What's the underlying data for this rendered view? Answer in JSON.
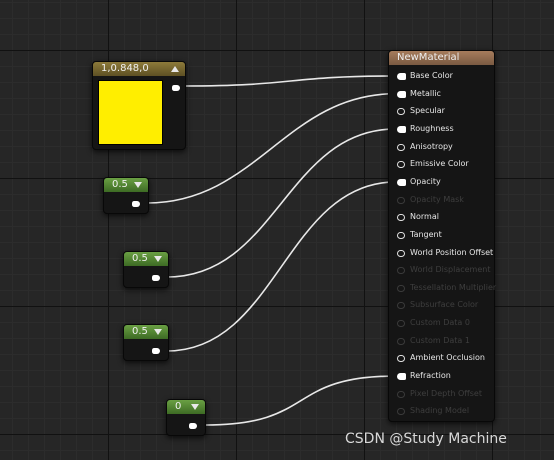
{
  "color_node": {
    "value_label": "1,0.848,0",
    "swatch_color": "#ffee00",
    "header_color": "#8d7a3a"
  },
  "constant_nodes": [
    {
      "value": "0.5"
    },
    {
      "value": "0.5"
    },
    {
      "value": "0.5"
    },
    {
      "value": "0"
    }
  ],
  "material_node": {
    "title": "NewMaterial",
    "inputs": [
      {
        "label": "Base Color",
        "state": "connected"
      },
      {
        "label": "Metallic",
        "state": "connected"
      },
      {
        "label": "Specular",
        "state": "open"
      },
      {
        "label": "Roughness",
        "state": "connected"
      },
      {
        "label": "Anisotropy",
        "state": "open"
      },
      {
        "label": "Emissive Color",
        "state": "open"
      },
      {
        "label": "Opacity",
        "state": "connected"
      },
      {
        "label": "Opacity Mask",
        "state": "disabled"
      },
      {
        "label": "Normal",
        "state": "open"
      },
      {
        "label": "Tangent",
        "state": "open"
      },
      {
        "label": "World Position Offset",
        "state": "open"
      },
      {
        "label": "World Displacement",
        "state": "disabled"
      },
      {
        "label": "Tessellation Multiplier",
        "state": "disabled"
      },
      {
        "label": "Subsurface Color",
        "state": "disabled"
      },
      {
        "label": "Custom Data 0",
        "state": "disabled"
      },
      {
        "label": "Custom Data 1",
        "state": "disabled"
      },
      {
        "label": "Ambient Occlusion",
        "state": "open"
      },
      {
        "label": "Refraction",
        "state": "connected"
      },
      {
        "label": "Pixel Depth Offset",
        "state": "disabled"
      },
      {
        "label": "Shading Model",
        "state": "disabled"
      }
    ]
  },
  "wire_color": "#e8e8e8",
  "watermark": "CSDN @Study Machine"
}
